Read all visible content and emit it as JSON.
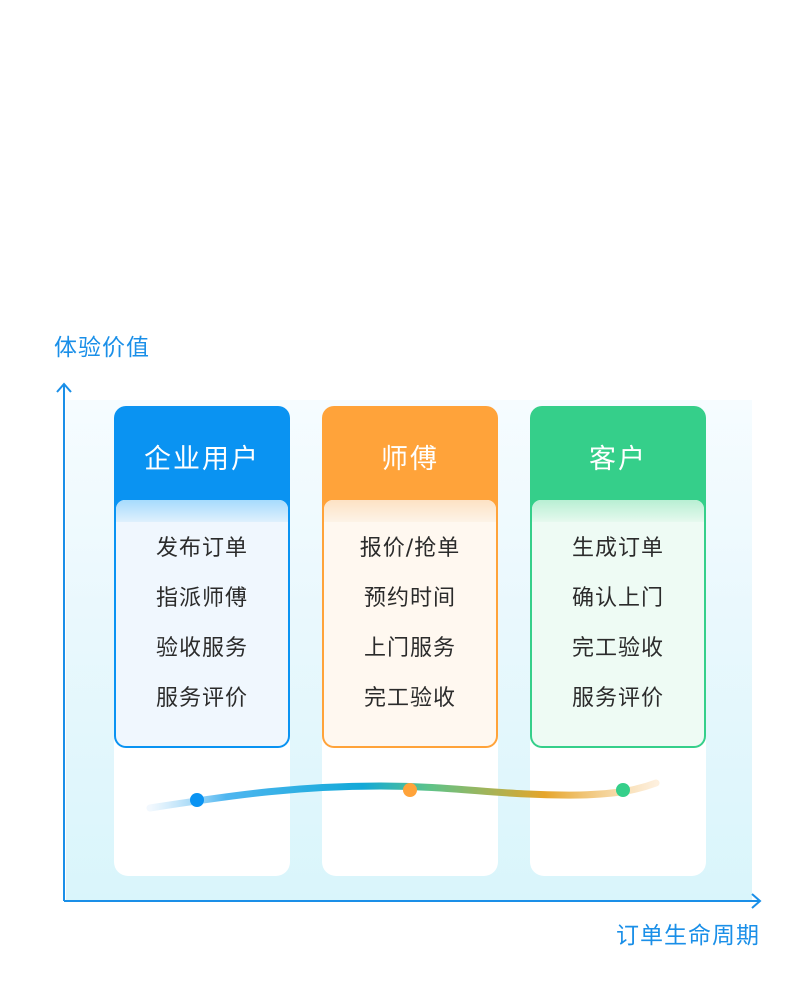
{
  "axes": {
    "y_label": "体验价值",
    "x_label": "订单生命周期",
    "axis_color": "#1a8fe8"
  },
  "columns": [
    {
      "title": "企业用户",
      "color": "#0a93f2",
      "items": [
        "发布订单",
        "指派师傅",
        "验收服务",
        "服务评价"
      ]
    },
    {
      "title": "师傅",
      "color": "#ffa33a",
      "items": [
        "报价/抢单",
        "预约时间",
        "上门服务",
        "完工验收"
      ]
    },
    {
      "title": "客户",
      "color": "#35cf8a",
      "items": [
        "生成订单",
        "确认上门",
        "完工验收",
        "服务评价"
      ]
    }
  ],
  "flow_points": [
    {
      "color": "#0a93f2"
    },
    {
      "color": "#ffa33a"
    },
    {
      "color": "#35cf8a"
    }
  ]
}
